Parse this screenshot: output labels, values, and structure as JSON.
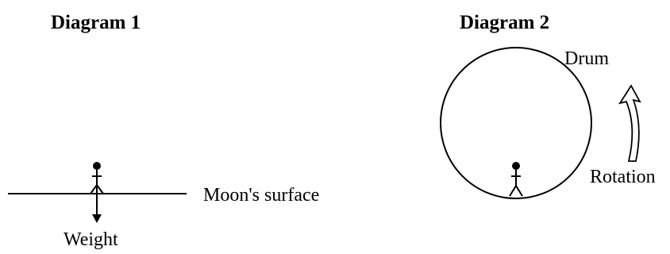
{
  "diagram1": {
    "title": "Diagram 1",
    "surface_label": "Moon's surface",
    "weight_label": "Weight"
  },
  "diagram2": {
    "title": "Diagram 2",
    "drum_label": "Drum",
    "rotation_label": "Rotation"
  }
}
